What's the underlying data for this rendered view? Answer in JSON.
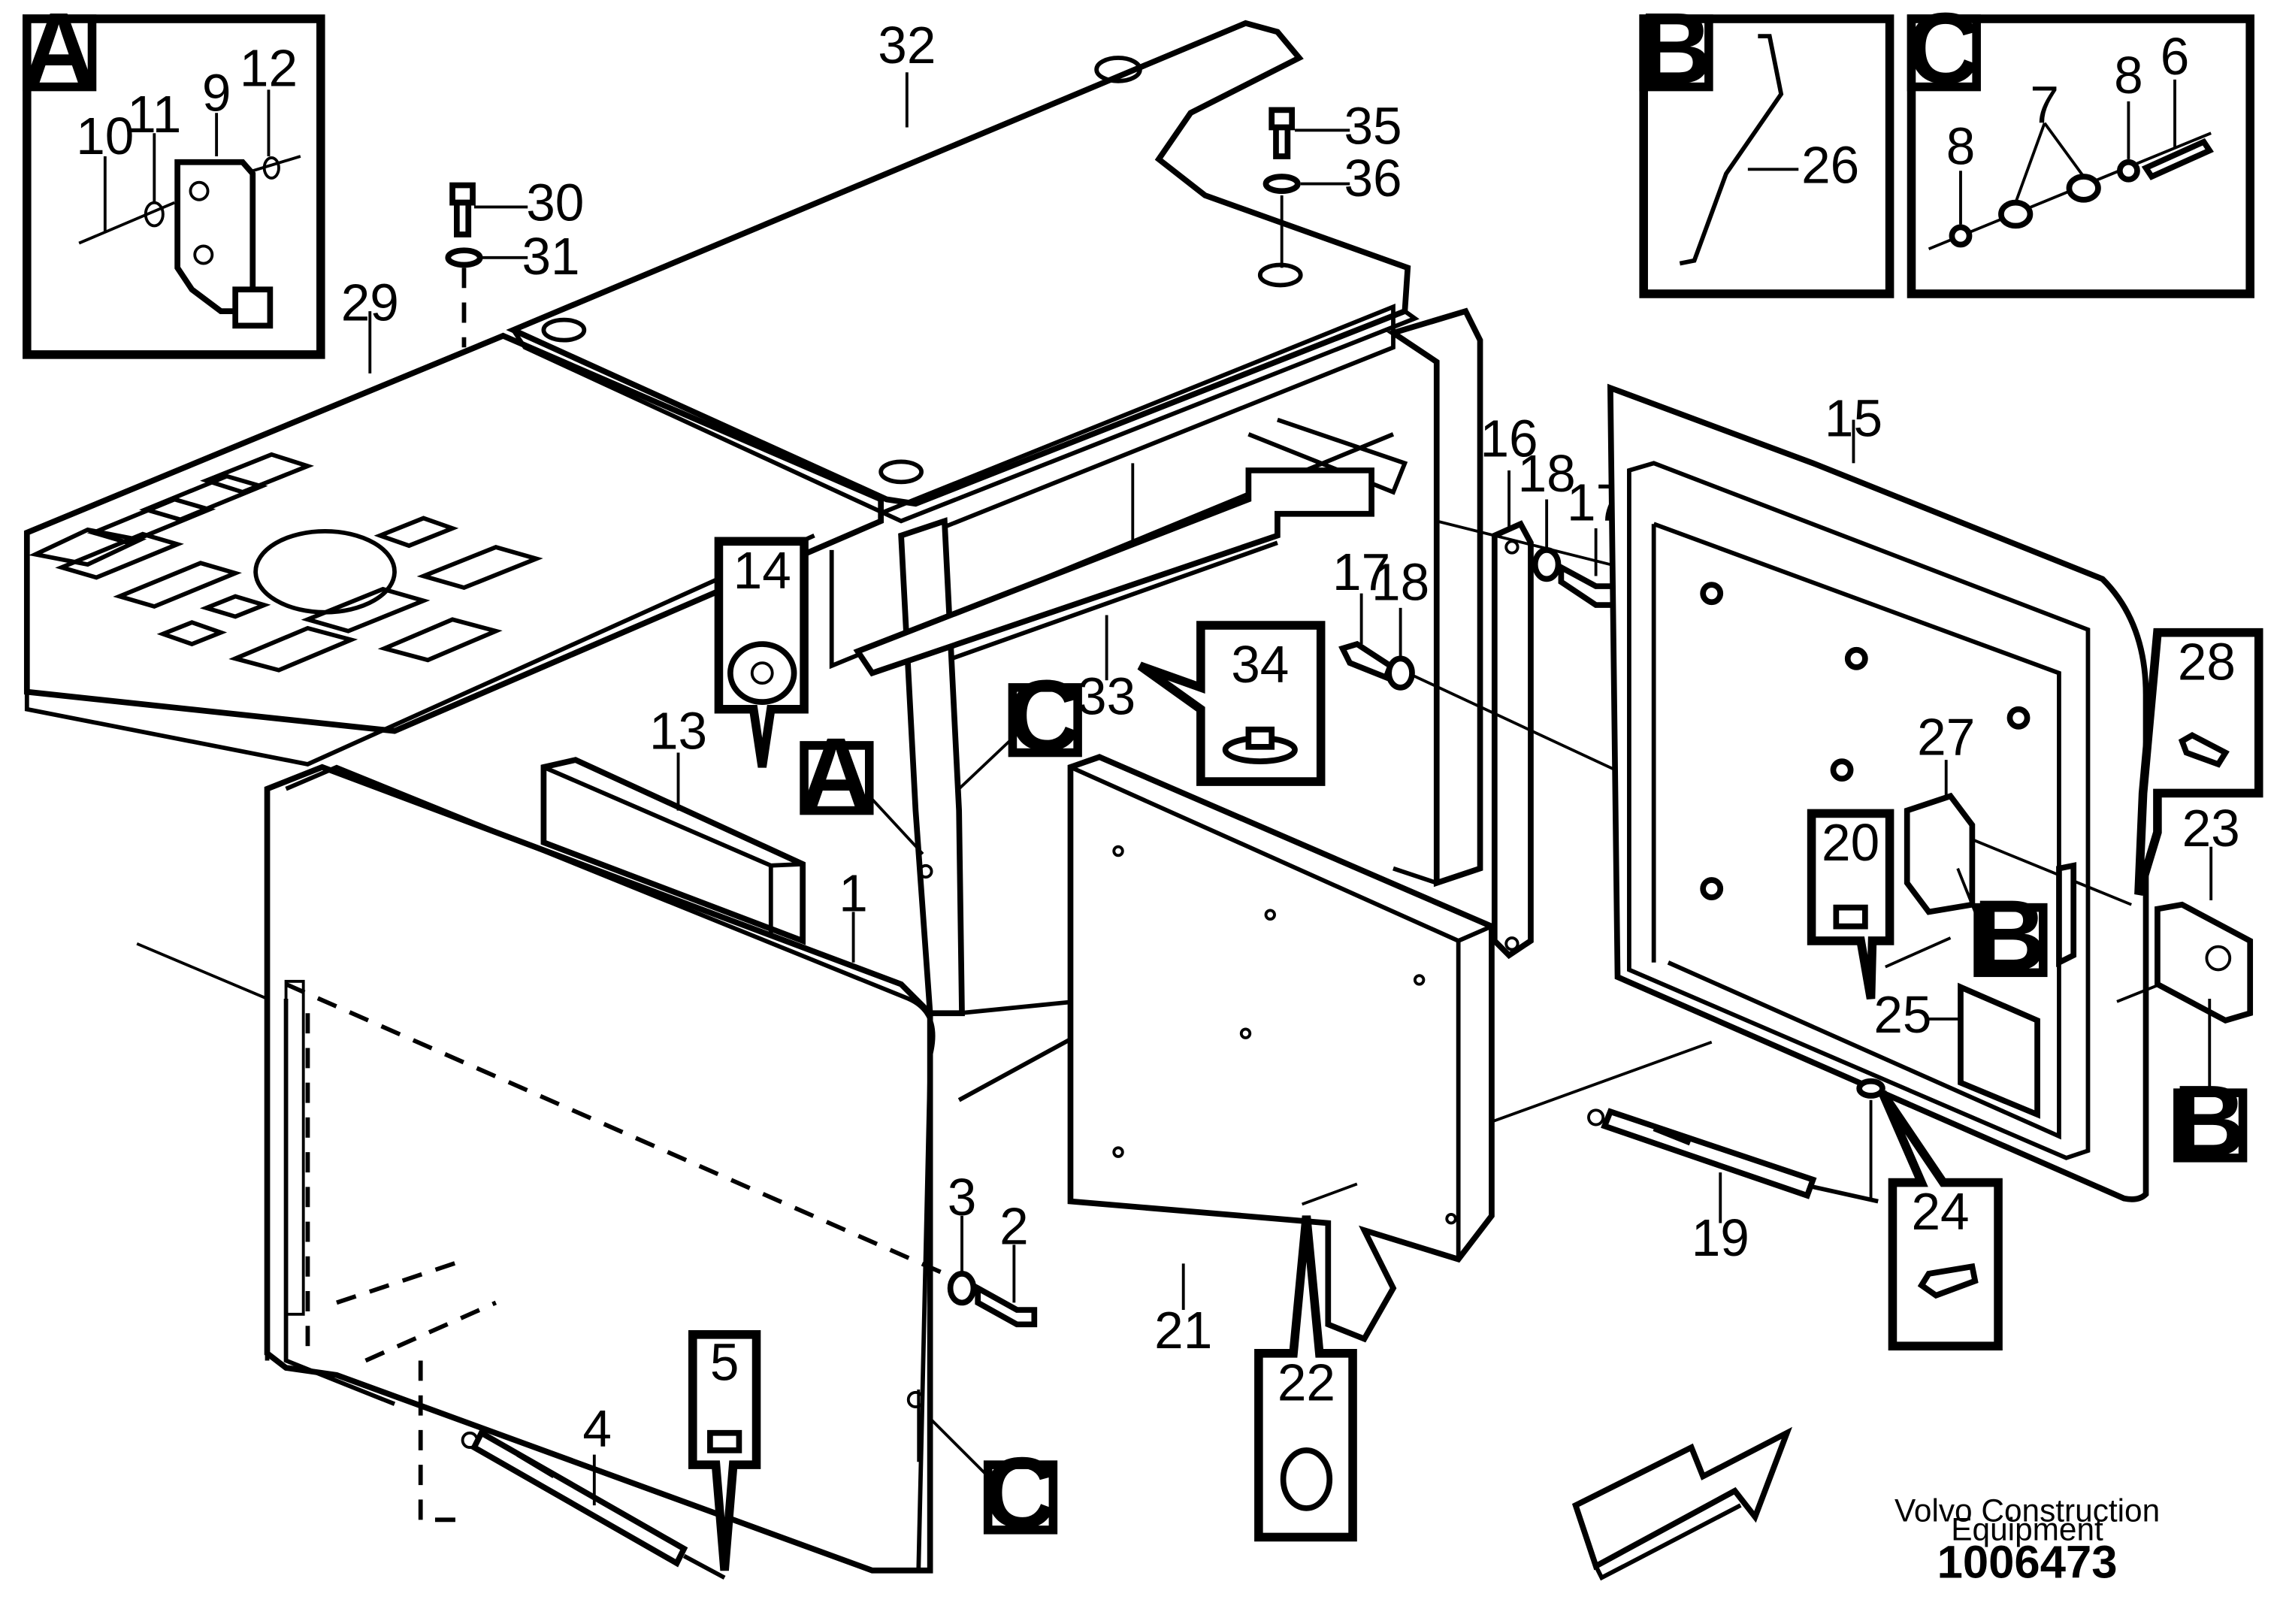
{
  "detail_boxes": [
    {
      "letter": "A",
      "items": [
        "9",
        "10",
        "11",
        "12"
      ]
    },
    {
      "letter": "B",
      "items": [
        "26"
      ]
    },
    {
      "letter": "C",
      "items": [
        "6",
        "7",
        "8",
        "8"
      ]
    }
  ],
  "callouts": {
    "c1": "1",
    "c2": "2",
    "c3": "3",
    "c4": "4",
    "c5": "5",
    "c13": "13",
    "c14": "14",
    "c15": "15",
    "c16": "16",
    "c17a": "17",
    "c17b": "17",
    "c18a": "18",
    "c18b": "18",
    "c19": "19",
    "c20": "20",
    "c21": "21",
    "c22": "22",
    "c23": "23",
    "c24": "24",
    "c25": "25",
    "c27": "27",
    "c28": "28",
    "c29": "29",
    "c30": "30",
    "c31": "31",
    "c32": "32",
    "c33": "33",
    "c34": "34",
    "c35": "35",
    "c36": "36"
  },
  "refs": {
    "A": "A",
    "B": "B",
    "C": "C"
  },
  "footer": {
    "line1": "Volvo Construction",
    "line2": "Equipment",
    "code": "1006473"
  }
}
